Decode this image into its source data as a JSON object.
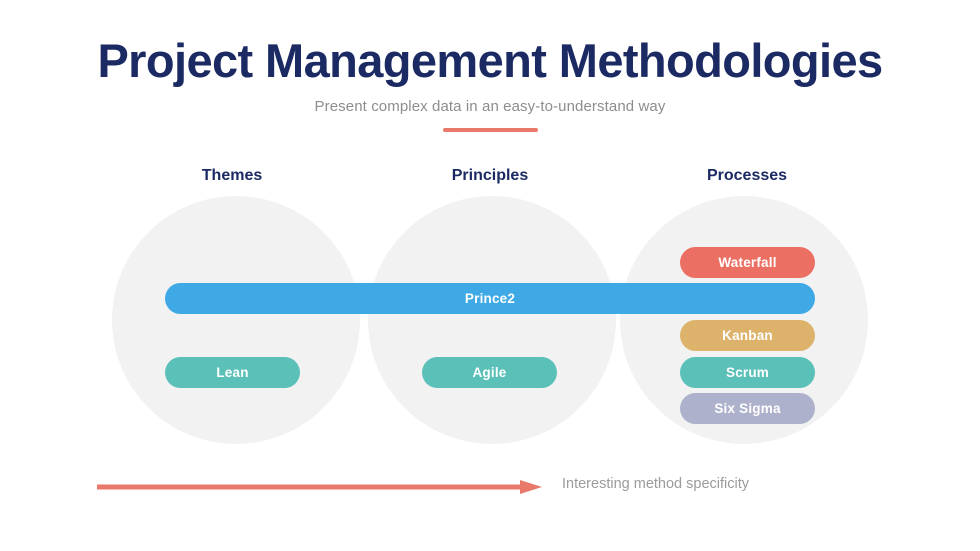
{
  "header": {
    "title": "Project Management Methodologies",
    "subtitle": "Present complex data in an easy-to-understand way",
    "accent_color": "#e8796b"
  },
  "columns": [
    {
      "id": "themes",
      "label": "Themes"
    },
    {
      "id": "principles",
      "label": "Principles"
    },
    {
      "id": "processes",
      "label": "Processes"
    }
  ],
  "spanning_item": {
    "label": "Prince2",
    "color": "#3fa9e5",
    "spans": [
      "Themes",
      "Principles",
      "Processes"
    ]
  },
  "items": {
    "themes": [
      {
        "label": "Lean",
        "color": "#5bc0b8"
      }
    ],
    "principles": [
      {
        "label": "Agile",
        "color": "#5bc0b8"
      }
    ],
    "processes": [
      {
        "label": "Waterfall",
        "color": "#ec6f63"
      },
      {
        "label": "Kanban",
        "color": "#ddb36b"
      },
      {
        "label": "Scrum",
        "color": "#5bc0b8"
      },
      {
        "label": "Six Sigma",
        "color": "#aeb1cb"
      }
    ]
  },
  "footer": {
    "arrow_caption": "Interesting method specificity",
    "arrow_color": "#e8796b",
    "caption_color": "#9b9b9b"
  },
  "palette": {
    "navy": "#1b2a63",
    "circle_gray": "#f2f2f2",
    "subtitle_gray": "#8d8d8d",
    "background": "#ffffff"
  }
}
